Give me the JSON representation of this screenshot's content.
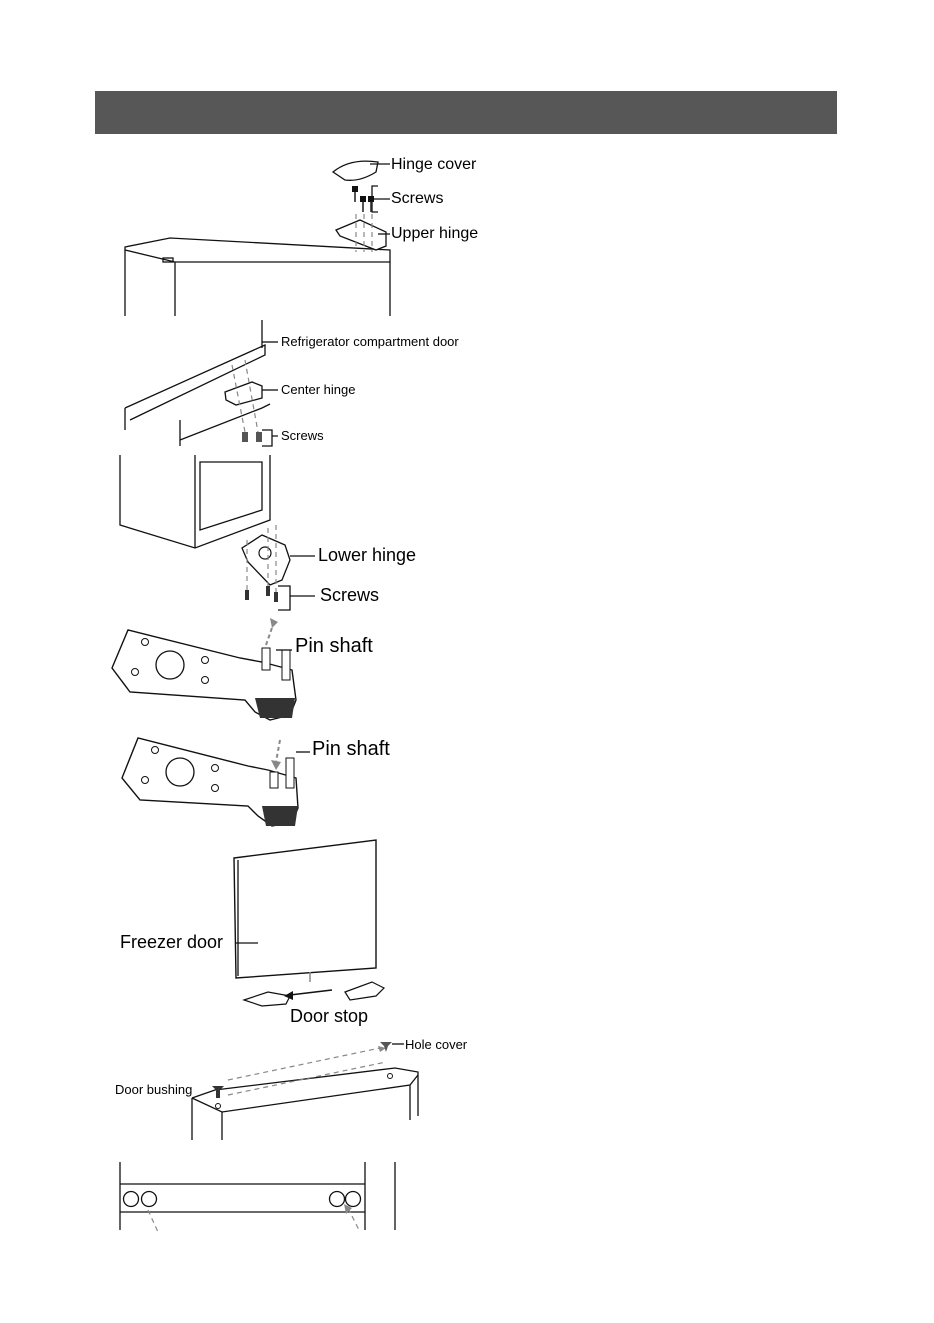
{
  "labels": {
    "hinge_cover": "Hinge cover",
    "screws_top": "Screws",
    "upper_hinge": "Upper hinge",
    "fridge_door": "Refrigerator compartment door",
    "center_hinge": "Center hinge",
    "screws_center": "Screws",
    "lower_hinge": "Lower hinge",
    "screws_lower": "Screws",
    "pin_shaft_1": "Pin shaft",
    "pin_shaft_2": "Pin shaft",
    "freezer_door": "Freezer door",
    "door_stop": "Door stop",
    "hole_cover": "Hole cover",
    "door_bushing": "Door bushing"
  },
  "colors": {
    "header_bar": "#575757",
    "line": "#111111",
    "dashed_arrow": "#888888"
  }
}
